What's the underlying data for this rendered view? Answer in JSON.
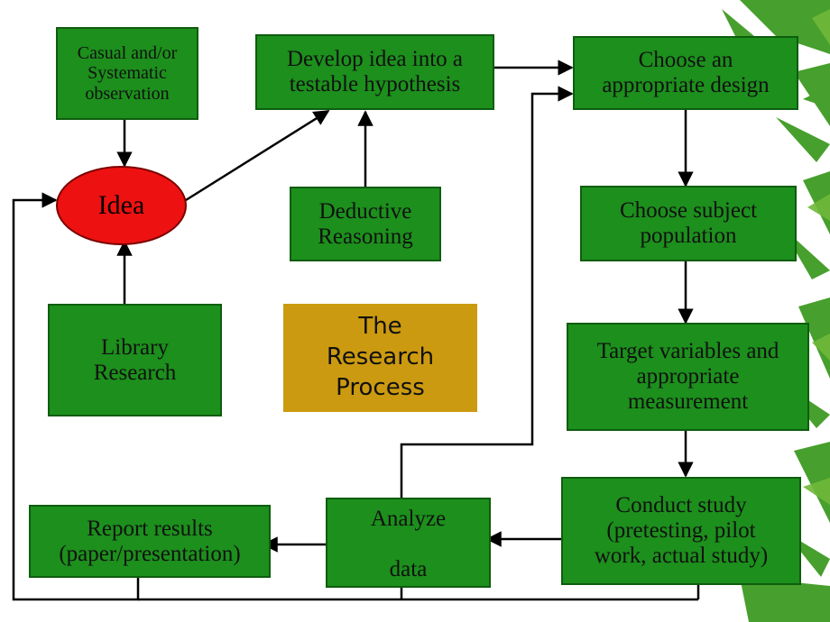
{
  "title": "The\nResearch\nProcess",
  "nodes": {
    "observation": "Casual and/or\nSystematic\nobservation",
    "idea": "Idea",
    "library": "Library\nResearch",
    "develop": "Develop idea into a\ntestable hypothesis",
    "deductive": "Deductive\nReasoning",
    "design": "Choose an\nappropriate design",
    "population": "Choose subject\npopulation",
    "variables": "Target variables and\nappropriate\nmeasurement",
    "conduct": "Conduct study\n(pretesting, pilot\nwork, actual study)",
    "analyze_top": "Analyze",
    "analyze_bottom": "data",
    "report": "Report results\n(paper/presentation)"
  },
  "colors": {
    "box": "#1c8f1c",
    "idea": "#ee1111",
    "title": "#cc9a10",
    "background_foliage": "#3e9a22"
  }
}
